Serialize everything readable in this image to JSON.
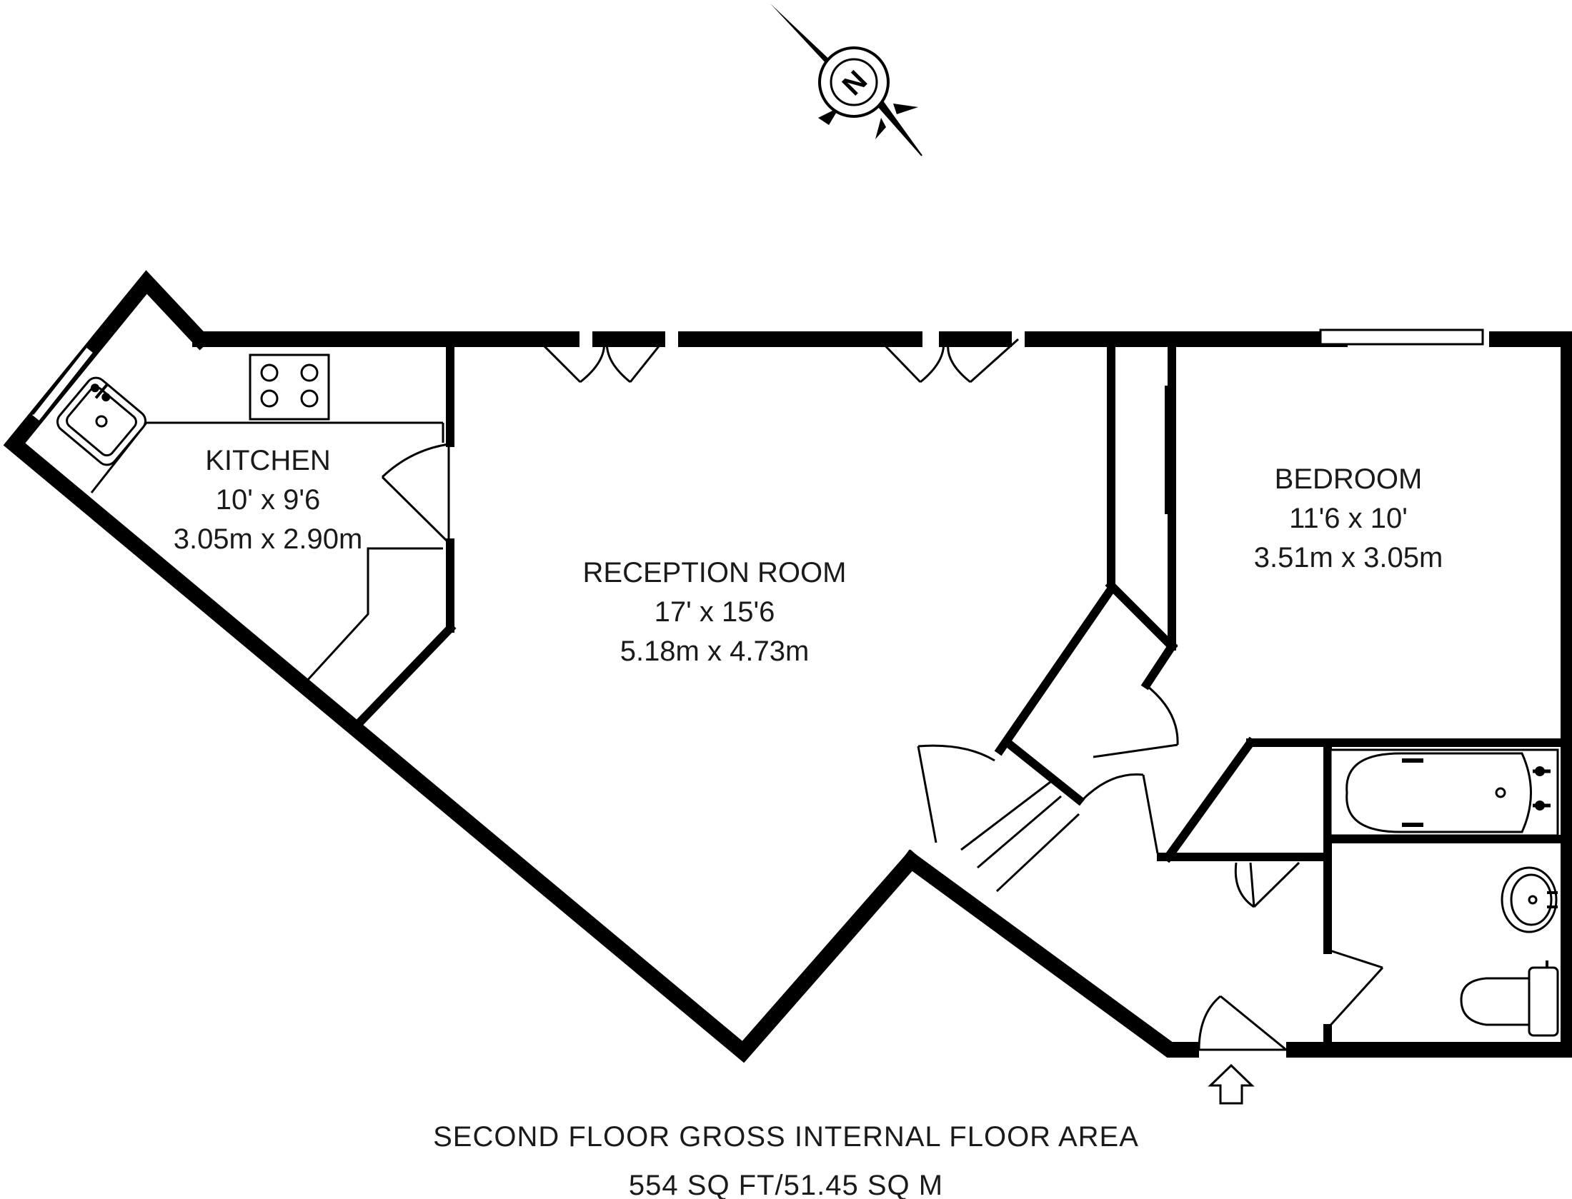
{
  "rooms": {
    "kitchen": {
      "name": "KITCHEN",
      "imperial": "10' x 9'6",
      "metric": "3.05m x 2.90m"
    },
    "reception": {
      "name": "RECEPTION ROOM",
      "imperial": "17' x 15'6",
      "metric": "5.18m x 4.73m"
    },
    "bedroom": {
      "name": "BEDROOM",
      "imperial": "11'6 x 10'",
      "metric": "3.51m x 3.05m"
    }
  },
  "footer": {
    "title": "SECOND FLOOR GROSS INTERNAL FLOOR AREA",
    "area": "554 SQ FT/51.45 SQ M"
  },
  "compass": {
    "letter": "N"
  },
  "icons": [
    "compass-icon",
    "hob-icon",
    "sink-icon",
    "bath-icon",
    "basin-icon",
    "toilet-icon",
    "entrance-arrow-icon"
  ],
  "colors": {
    "wall": "#000000",
    "background": "#ffffff",
    "text": "#1a1a1a"
  }
}
